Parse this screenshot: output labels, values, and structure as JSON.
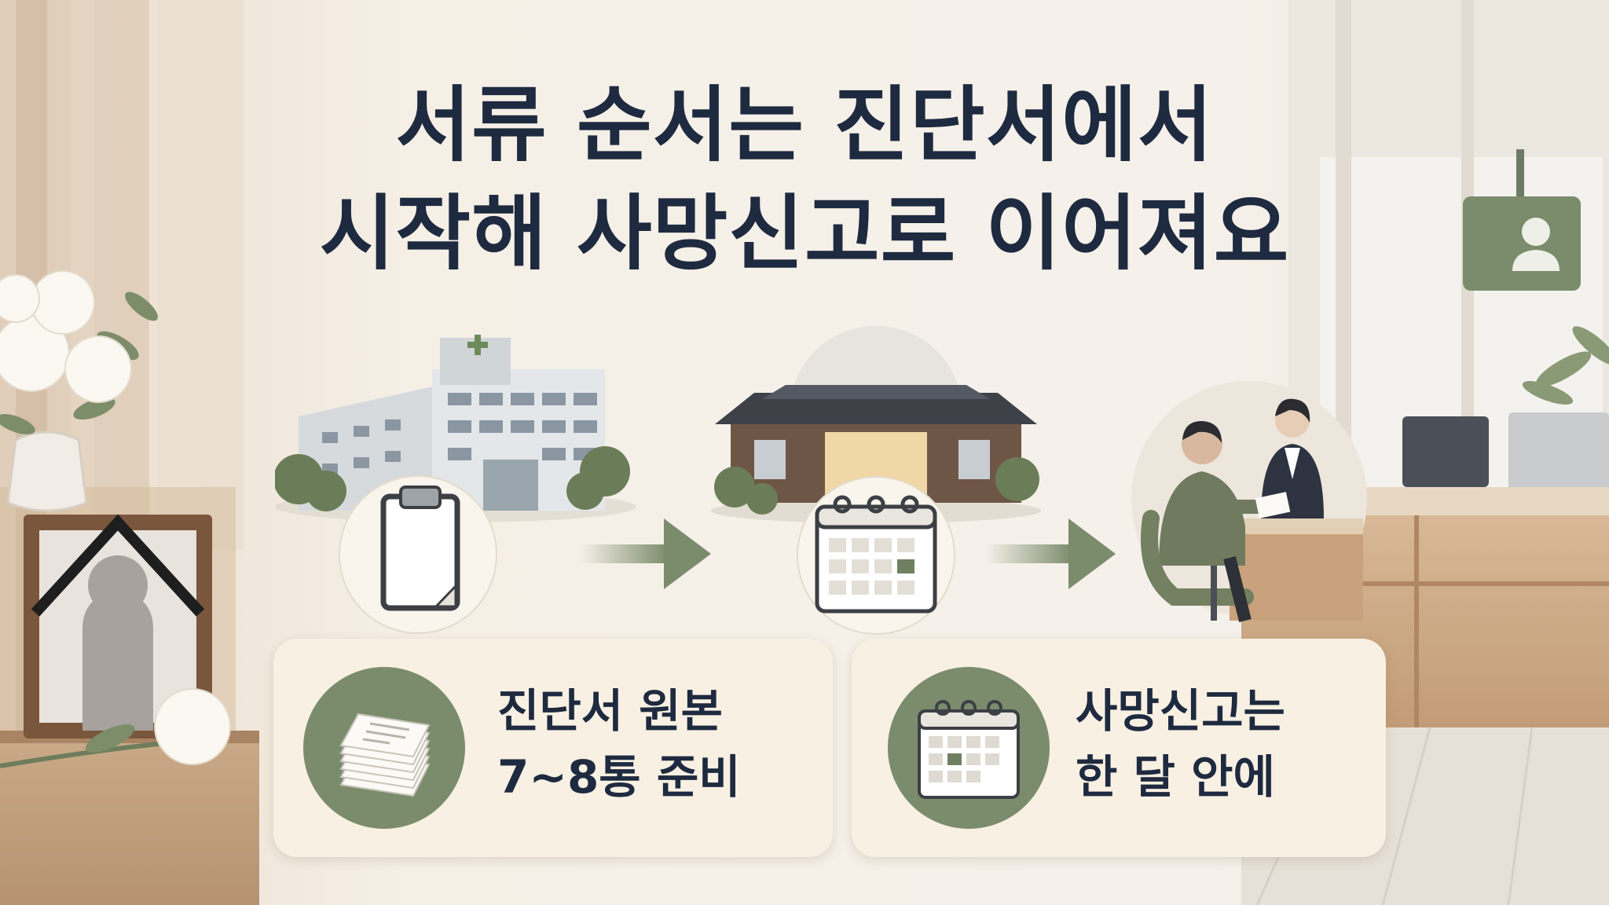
{
  "title": {
    "line1": "서류 순서는 진단서에서",
    "line2": "시작해 사망신고로 이어져요"
  },
  "steps": [
    {
      "name": "hospital",
      "icon": "clipboard-icon"
    },
    {
      "name": "funeral-hall",
      "icon": "calendar-icon"
    },
    {
      "name": "civil-office",
      "icon": "counter-consultation"
    }
  ],
  "cards": [
    {
      "line1": "진단서 원본",
      "line2": "7~8통 준비",
      "icon": "document-stack-icon"
    },
    {
      "line1": "사망신고는",
      "line2": "한 달 안에",
      "icon": "calendar-icon"
    }
  ],
  "colors": {
    "accent": "#7b8c6c",
    "title": "#1e2a3f",
    "card": "#f8f0e2"
  }
}
